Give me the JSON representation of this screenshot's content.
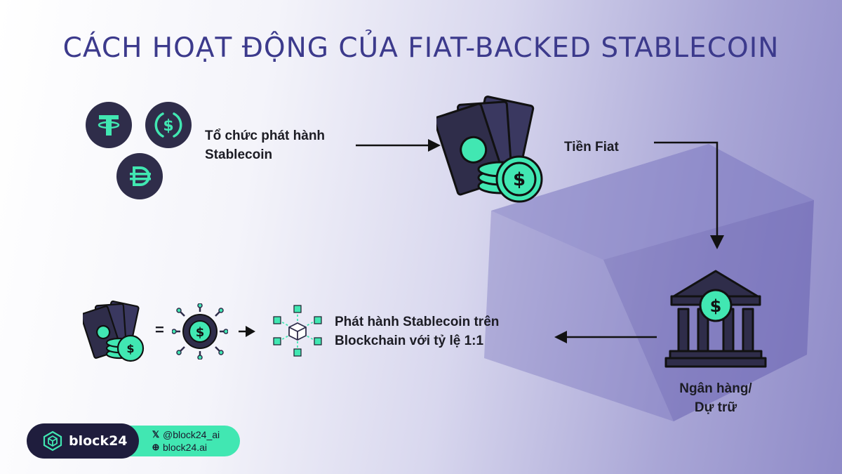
{
  "title": "CÁCH HOẠT ĐỘNG CỦA FIAT-BACKED STABLECOIN",
  "issuer_label": "Tổ chức phát hành\nStablecoin",
  "fiat_label": "Tiền Fiat",
  "bank_label": "Ngân hàng/\nDự trữ",
  "issue_label": "Phát hành Stablecoin trên\nBlockchain với tỷ lệ 1:1",
  "equals": "=",
  "brand": {
    "name": "block24"
  },
  "social": {
    "x_handle": "@block24_ai",
    "website": "block24.ai"
  },
  "colors": {
    "accent": "#41e7b2",
    "dark": "#2f2d4a",
    "title": "#3c3a8c"
  },
  "icons": [
    "tether-coin-icon",
    "usdc-coin-icon",
    "dai-coin-icon",
    "money-bills-icon",
    "bank-icon",
    "gear-dollar-icon",
    "blockchain-network-icon",
    "x-logo-icon",
    "globe-icon",
    "block24-logo-icon"
  ]
}
